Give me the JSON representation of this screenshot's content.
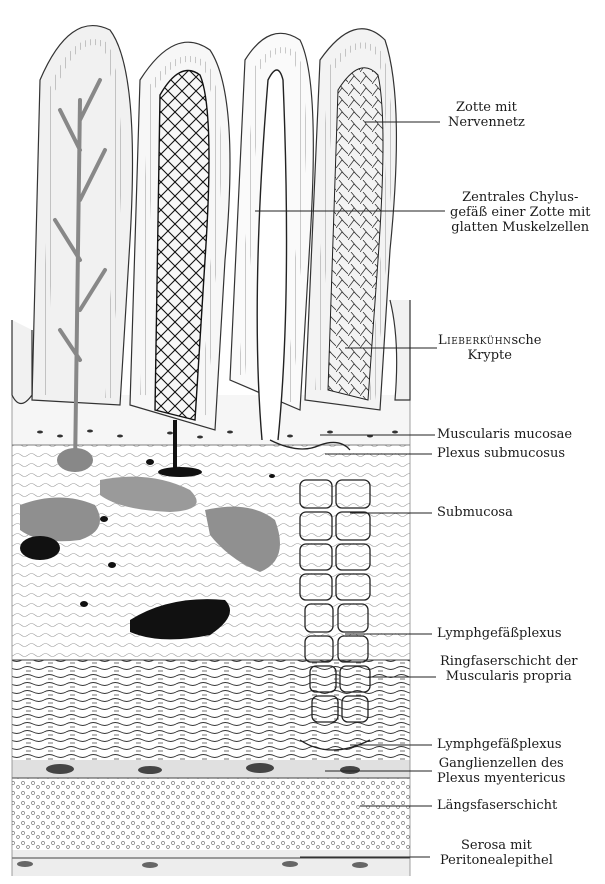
{
  "labels": {
    "zotte": [
      "Zotte mit",
      "Nervennetz"
    ],
    "chylus": [
      "Zentrales Chylus-",
      "gefäß einer Zotte mit",
      "glatten Muskelzellen"
    ],
    "krypte_name": "Lieberkühn",
    "krypte_suffix": "sche",
    "krypte_line2": "Krypte",
    "muscularis_mucosae": "Muscularis  mucosae",
    "plexus_submucosus": "Plexus submucosus",
    "submucosa": "Submucosa",
    "lymph1": "Lymphgefäßplexus",
    "ringfaser": [
      "Ringfaserschicht der",
      "Muscularis propria"
    ],
    "lymph2": "Lymphgefäßplexus",
    "ganglien": [
      "Ganglienzellen des",
      "Plexus myentericus"
    ],
    "laengs": "Längsfaserschicht",
    "serosa": [
      "Serosa mit",
      "Peritonealepithel"
    ]
  }
}
